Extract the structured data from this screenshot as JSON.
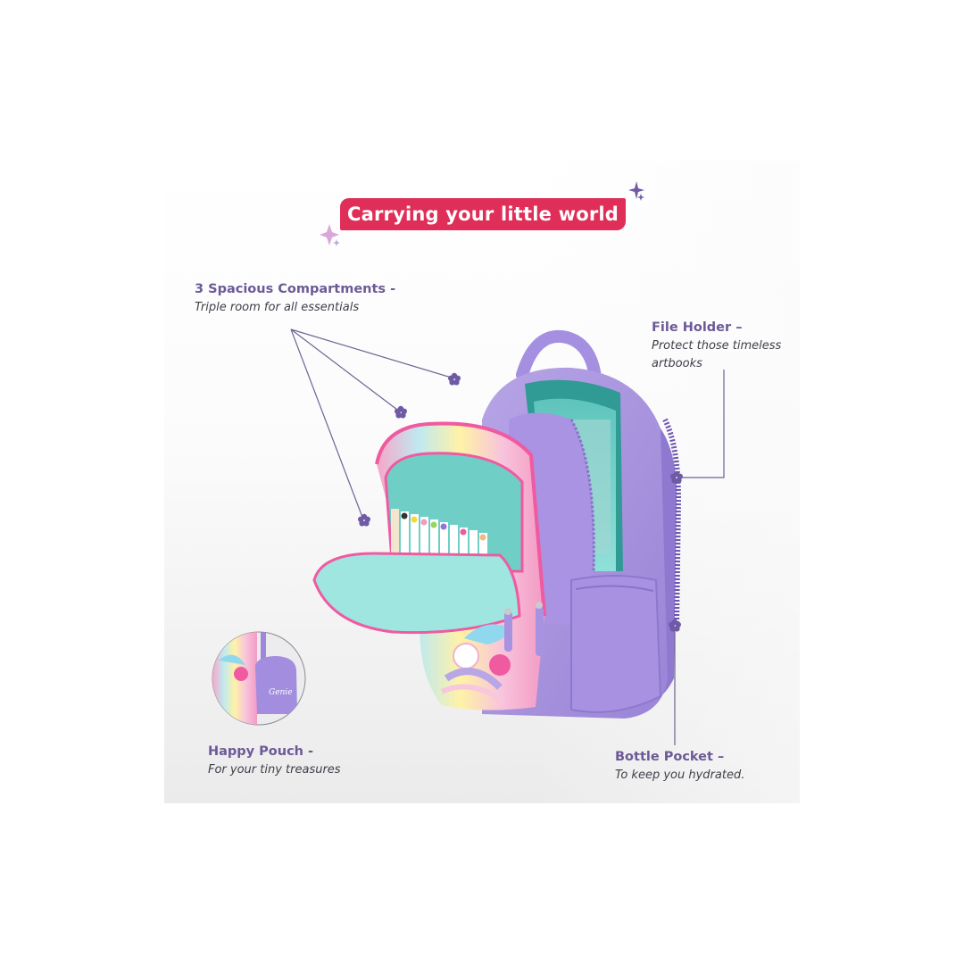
{
  "banner": {
    "title": "Carrying your little world",
    "color": "#df2e58"
  },
  "callouts": [
    {
      "id": "compartments",
      "title": "3 Spacious Compartments -",
      "subtitle": "Triple room for all essentials"
    },
    {
      "id": "file-holder",
      "title": "File Holder –",
      "subtitle_lines": [
        "Protect those timeless",
        "artbooks"
      ]
    },
    {
      "id": "happy-pouch",
      "title": "Happy Pouch -",
      "subtitle": "For your tiny treasures"
    },
    {
      "id": "bottle-pocket",
      "title": "Bottle Pocket –",
      "subtitle": "To keep you hydrated."
    }
  ],
  "pouch": {
    "brand_script": "Genie"
  },
  "colors": {
    "accent_purple": "#6c5a97",
    "bag_purple": "#a894de",
    "bag_purple_dark": "#8d76cf",
    "teal": "#7fd6cf",
    "pink_trim": "#f05aa0"
  },
  "icons": {
    "marker": "flower-icon",
    "sparkle": "sparkle-icon"
  }
}
